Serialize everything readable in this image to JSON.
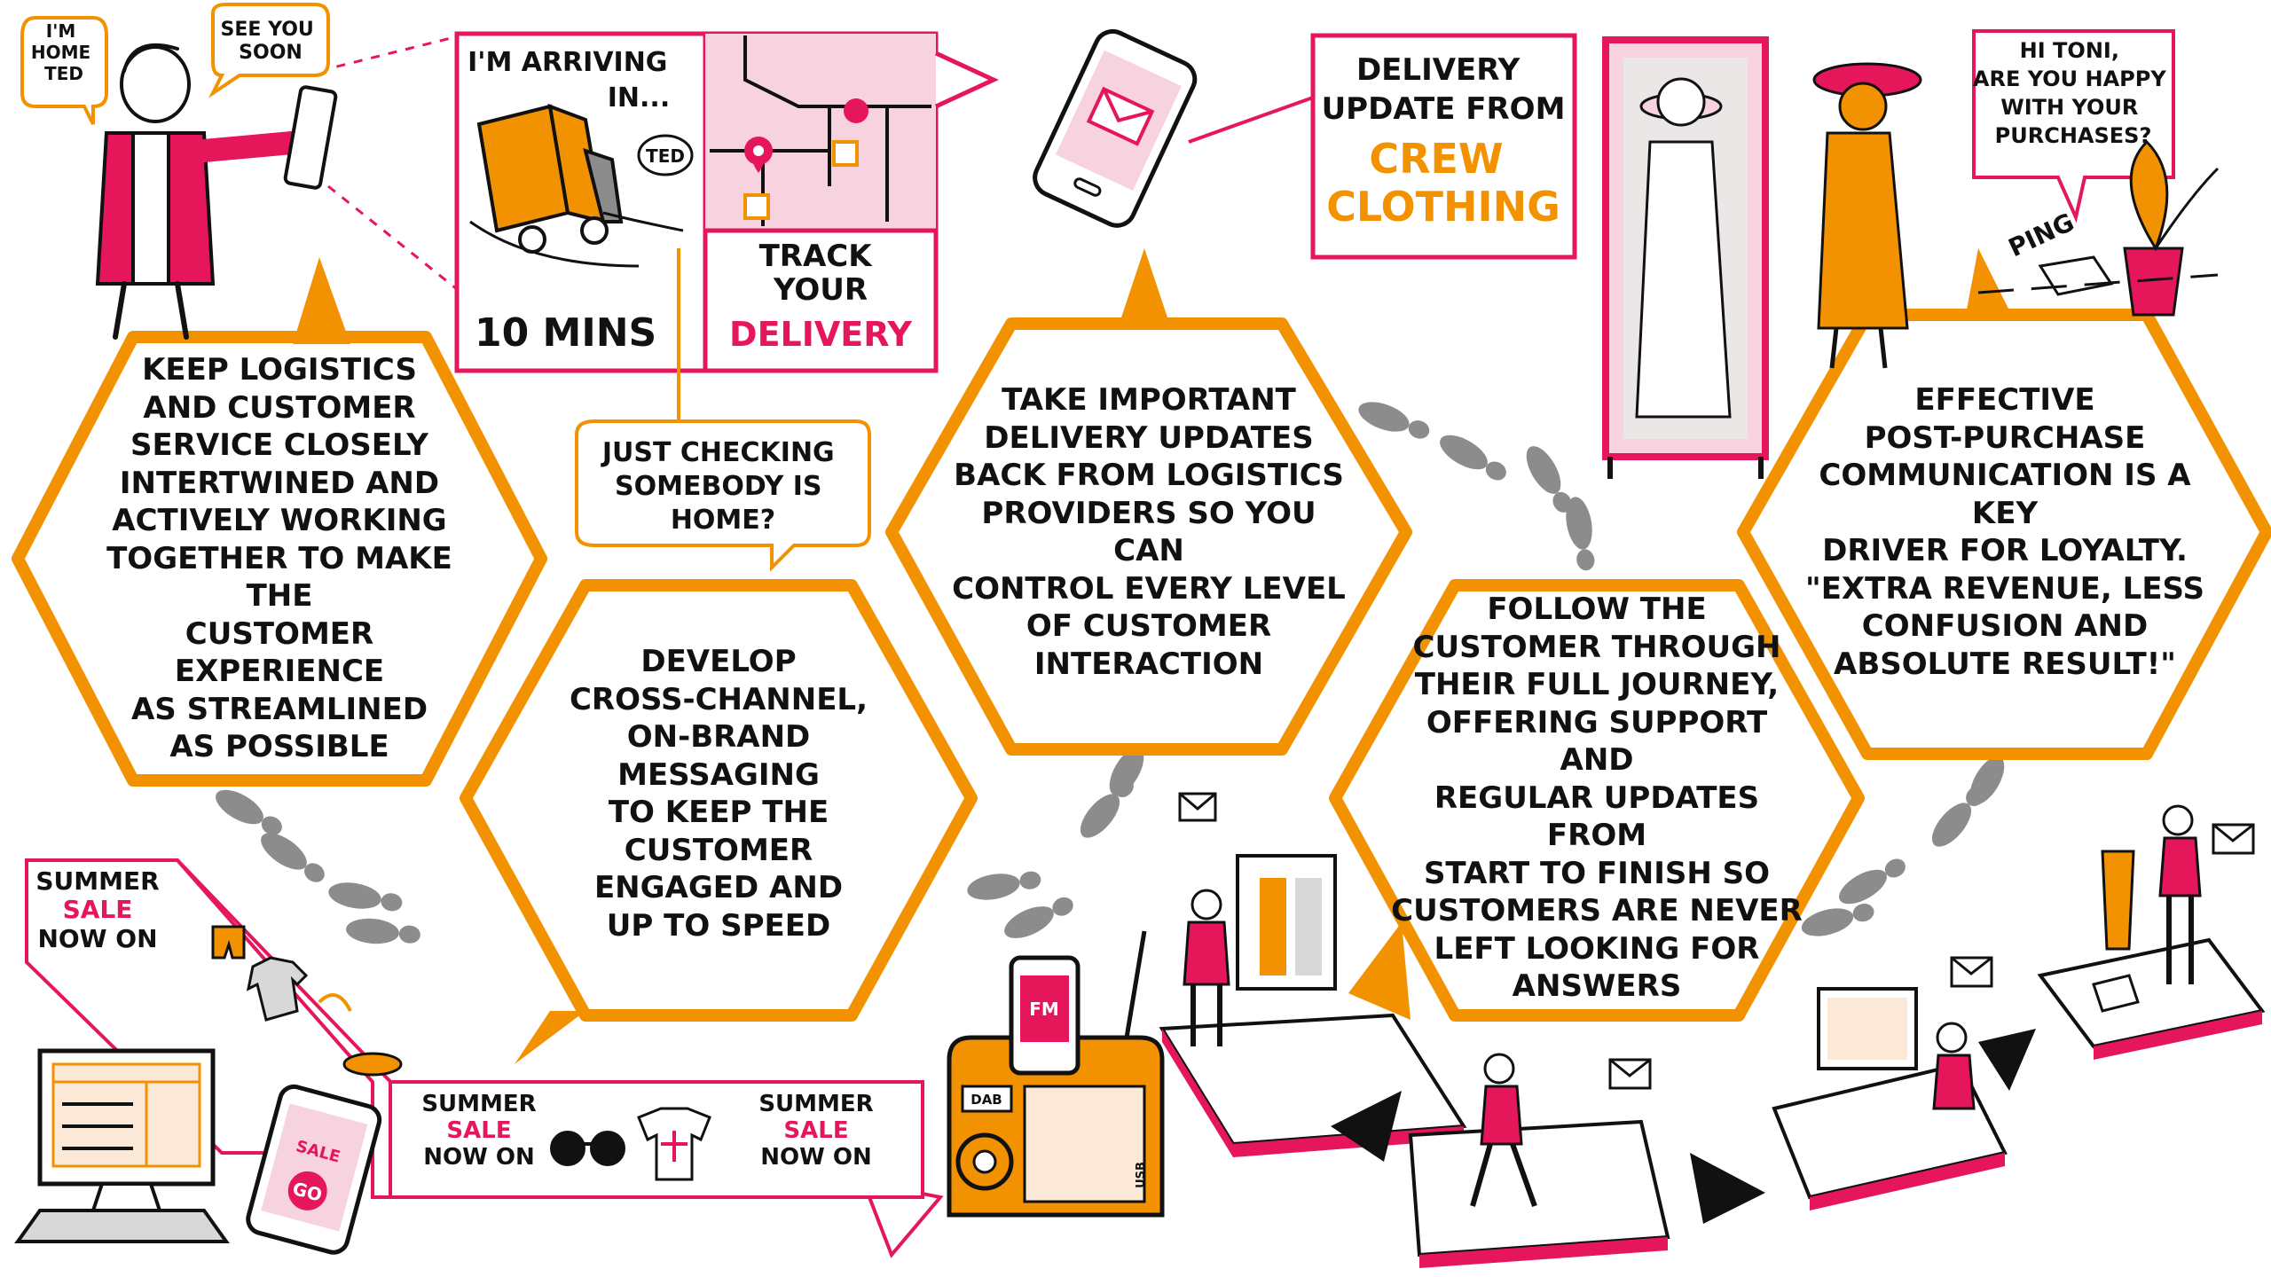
{
  "colors": {
    "orange": "#f39200",
    "pink": "#e5175a",
    "light_pink": "#f7d3df",
    "ink": "#111111",
    "grey": "#8c8c8c",
    "light_grey": "#d8d8d8"
  },
  "hexagons": [
    {
      "id": "logistics",
      "text": "KEEP LOGISTICS\nAND CUSTOMER\nSERVICE CLOSELY\nINTERTWINED AND\nACTIVELY WORKING\nTOGETHER TO MAKE THE\nCUSTOMER EXPERIENCE\nAS STREAMLINED\nAS POSSIBLE"
    },
    {
      "id": "cross-channel",
      "text": "DEVELOP\nCROSS-CHANNEL,\nON-BRAND MESSAGING\nTO KEEP THE CUSTOMER\nENGAGED AND\nUP TO SPEED"
    },
    {
      "id": "delivery-updates",
      "text": "TAKE IMPORTANT\nDELIVERY UPDATES\nBACK FROM LOGISTICS\nPROVIDERS SO YOU CAN\nCONTROL EVERY LEVEL\nOF CUSTOMER\nINTERACTION"
    },
    {
      "id": "follow-customer",
      "text": "FOLLOW THE\nCUSTOMER THROUGH\nTHEIR FULL JOURNEY,\nOFFERING SUPPORT AND\nREGULAR UPDATES FROM\nSTART TO FINISH SO\nCUSTOMERS ARE NEVER\nLEFT LOOKING FOR\nANSWERS"
    },
    {
      "id": "post-purchase",
      "text": "EFFECTIVE\nPOST-PURCHASE\nCOMMUNICATION IS A KEY\nDRIVER FOR LOYALTY.\n\"EXTRA REVENUE, LESS\nCONFUSION AND\nABSOLUTE RESULT!\""
    }
  ],
  "bubbles": {
    "im_home": "I'M\nHOME\nTED",
    "see_you": "SEE YOU\nSOON",
    "arriving": "I'M ARRIVING\nIN...",
    "ted": "TED",
    "mins": "10 MINS",
    "track_1": "TRACK\nYOUR",
    "track_2": "DELIVERY",
    "checking": "JUST CHECKING\nSOMEBODY IS\nHOME?",
    "delivery_update_1": "DELIVERY\nUPDATE FROM",
    "delivery_update_2": "CREW\nCLOTHING",
    "hi_toni": "HI TONI,\nARE YOU HAPPY\nWITH YOUR\nPURCHASES?",
    "ping": "PING",
    "summer_1": "SUMMER",
    "summer_sale": "SALE",
    "summer_now": "NOW ON",
    "phone_sale": "SALE",
    "phone_go": "GO",
    "fm": "FM",
    "dab": "DAB",
    "usb": "USB"
  }
}
